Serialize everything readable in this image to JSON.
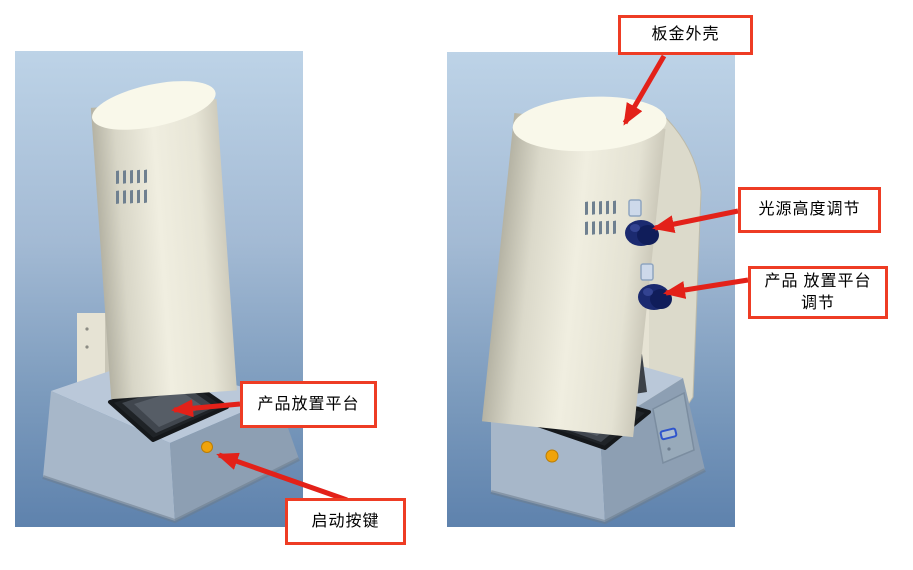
{
  "labels": {
    "sheet_metal_shell": "板金外壳",
    "light_height_adjust": "光源高度调节",
    "platform_adjust_line1": "产品 放置平台",
    "platform_adjust_line2": "调节",
    "product_platform": "产品放置平台",
    "start_button": "启动按键"
  },
  "colors": {
    "callout_border": "#ee3c24",
    "arrow_red": "#e32119",
    "panel_gradient_top": "#bdd3e7",
    "panel_gradient_bottom": "#5e82ad",
    "tower_cream": "#efedde",
    "base_blue_gray": "#a7b7c9",
    "tray_dark": "#40464e",
    "knob_navy": "#1b2a70",
    "start_button_orange": "#f0a30a"
  }
}
